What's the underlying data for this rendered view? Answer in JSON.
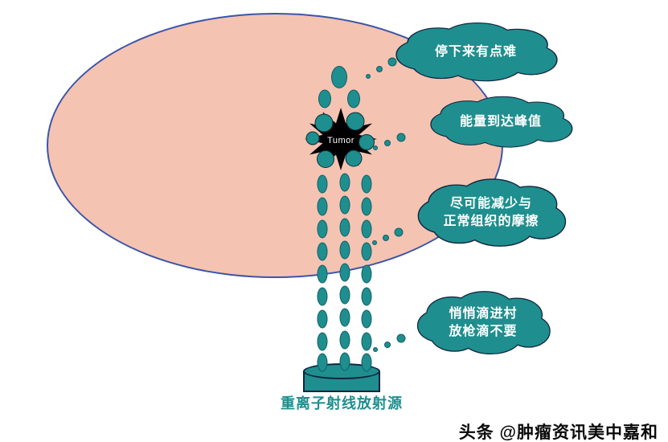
{
  "diagram": {
    "tumor_label": "Tumor",
    "source_label": "重离子射线放射源",
    "callouts": [
      {
        "lines": [
          "停下来有点难"
        ]
      },
      {
        "lines": [
          "能量到达峰值"
        ]
      },
      {
        "lines": [
          "尽可能减少与",
          "正常组织的摩擦"
        ]
      },
      {
        "lines": [
          "悄悄滴进村",
          "放枪滴不要"
        ]
      }
    ],
    "footer": "头条 @肿瘤资讯美中嘉和",
    "colors": {
      "teal": "#1f8e8e",
      "cloud_outline": "#10243f",
      "tissue_fill": "#f5c3b2",
      "tissue_border": "#3c55a8",
      "callout_text": "#ffffff",
      "footer_text": "#0a0a0a"
    }
  }
}
